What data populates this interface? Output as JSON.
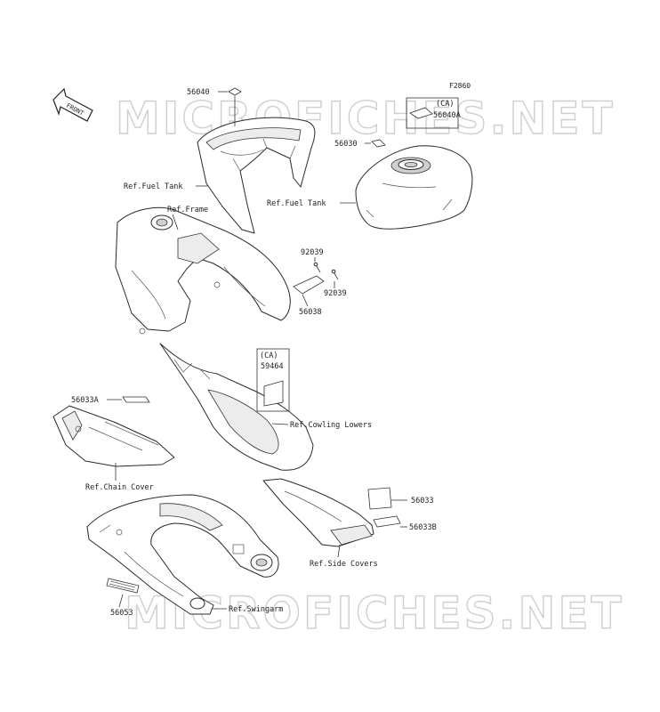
{
  "figure_code": "F2860",
  "front_arrow_text": "FRONT",
  "watermarks": [
    "MICROFICHES.NET",
    "MICROFICHES.NET"
  ],
  "labels": {
    "p56040": "56040",
    "p56040A_ca": "(CA)",
    "p56040A": "56040A",
    "p56030": "56030",
    "ref_fuel_tank_left": "Ref.Fuel Tank",
    "ref_fuel_tank_right": "Ref.Fuel Tank",
    "ref_frame": "Ref.Frame",
    "p92039_top": "92039",
    "p92039_right": "92039",
    "p56038": "56038",
    "p59464_ca": "(CA)",
    "p59464": "59464",
    "ref_cowling_lowers": "Ref.Cowling Lowers",
    "p56033A": "56033A",
    "ref_chain_cover": "Ref.Chain Cover",
    "p56033": "56033",
    "p56033B": "56033B",
    "ref_side_covers": "Ref.Side Covers",
    "p56053": "56053",
    "ref_swingarm": "Ref.Swingarm"
  }
}
